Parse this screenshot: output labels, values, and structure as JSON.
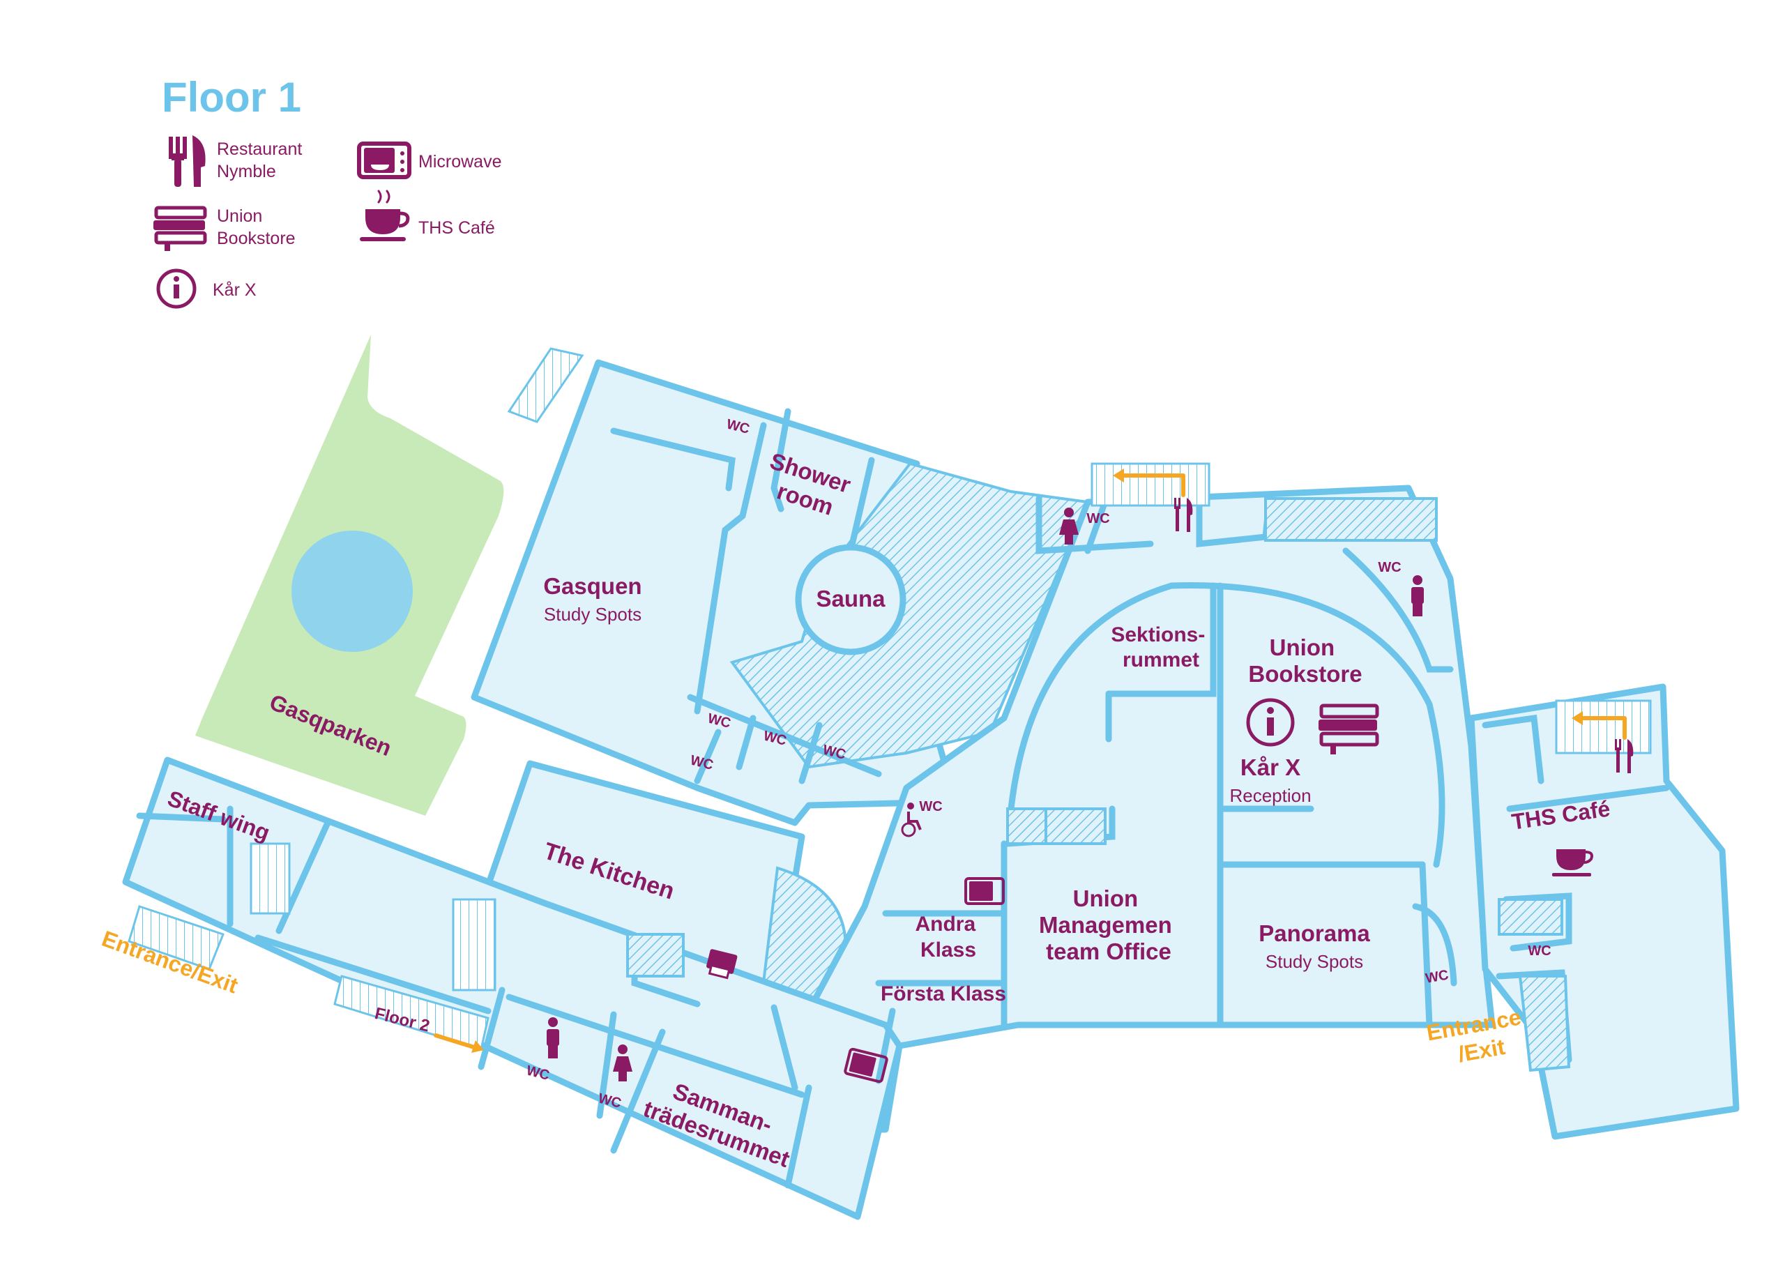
{
  "title": "Floor 1",
  "legend": {
    "restaurant": "Restaurant\nNymble",
    "microwave": "Microwave",
    "bookstore": "Union\nBookstore",
    "cafe": "THS Café",
    "info": "Kår X"
  },
  "colors": {
    "title": "#6cc4ea",
    "label": "#8a1a63",
    "wall": "#6cc4ea",
    "floor": "#e1f3fa",
    "park": "#c8eab9",
    "pond": "#8fd3ec",
    "entrance": "#f5a623"
  },
  "park": "Gasqparken",
  "rooms": {
    "shower": "Shower\nroom",
    "sauna": "Sauna",
    "gasquen": "Gasquen",
    "gasquen_sub": "Study Spots",
    "kitchen": "The Kitchen",
    "staff_wing": "Staff wing",
    "sektions": "Sektions-\nrummet",
    "bookstore": "Union\nBookstore",
    "karx": "Kår X",
    "reception": "Reception",
    "andra": "Andra\nKlass",
    "forsta": "Första Klass",
    "management": "Union\nManagemen\nteam Office",
    "panorama": "Panorama",
    "panorama_sub": "Study Spots",
    "cafe": "THS Café",
    "samman": "Samman-\nträdesrummet"
  },
  "wc_label": "WC",
  "entrance_left": "Entrance/Exit",
  "entrance_right": "Entrance\n/Exit",
  "floor2": "Floor 2"
}
